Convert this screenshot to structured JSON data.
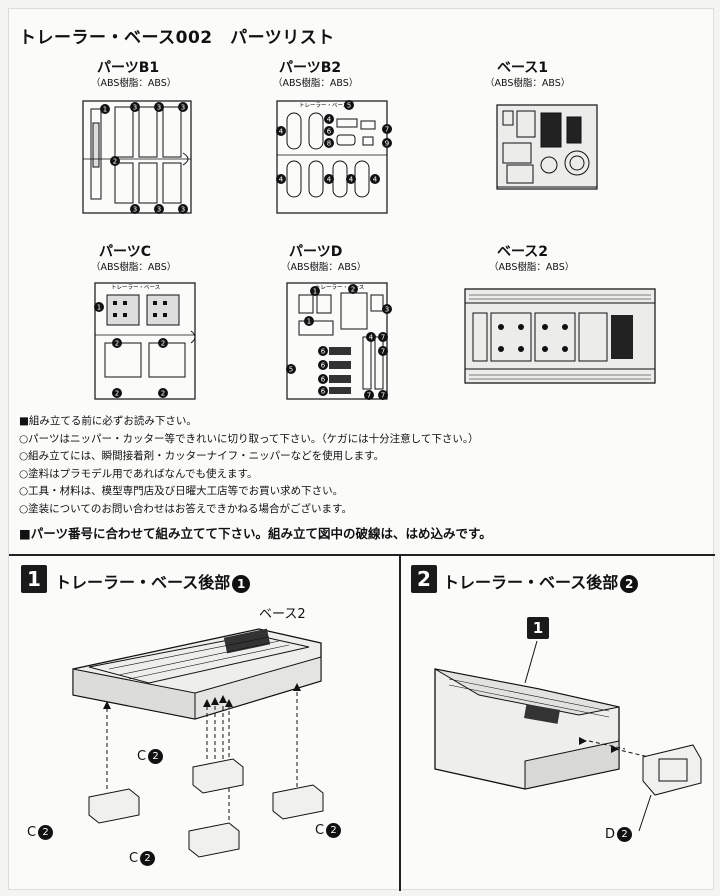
{
  "header": {
    "title": "トレーラー・ベース002　パーツリスト"
  },
  "parts": [
    {
      "name": "パーツB1",
      "material": "（ABS樹脂：ABS）"
    },
    {
      "name": "パーツB2",
      "material": "（ABS樹脂：ABS）"
    },
    {
      "name": "ベース1",
      "material": "（ABS樹脂：ABS）"
    },
    {
      "name": "パーツC",
      "material": "（ABS樹脂：ABS）"
    },
    {
      "name": "パーツD",
      "material": "（ABS樹脂：ABS）"
    },
    {
      "name": "ベース2",
      "material": "（ABS樹脂：ABS）"
    }
  ],
  "runner_labels": {
    "b2": "トレーラー・ベース",
    "c": "トレーラー・ベース",
    "d": "トレーラー・ベース"
  },
  "callouts": {
    "b1": [
      "1",
      "2",
      "3",
      "3",
      "3",
      "3",
      "3",
      "3"
    ],
    "b2": [
      "5",
      "4",
      "4",
      "6",
      "7",
      "8",
      "9",
      "4",
      "4",
      "4",
      "4"
    ],
    "c": [
      "1",
      "2",
      "2",
      "2",
      "2"
    ],
    "d": [
      "1",
      "2",
      "3",
      "4",
      "5",
      "6",
      "6",
      "6",
      "6",
      "7",
      "7",
      "7",
      "7",
      "1"
    ]
  },
  "notes": [
    "■組み立てる前に必ずお読み下さい。",
    "○パーツはニッパー・カッター等できれいに切り取って下さい。（ケガには十分注意して下さい。）",
    "○組み立てには、瞬間接着剤・カッターナイフ・ニッパーなどを使用します。",
    "○塗料はプラモデル用であればなんでも使えます。",
    "○工具・材料は、模型専門店及び日曜大工店等でお買い求め下さい。",
    "○塗装についてのお問い合わせはお答えできかねる場合がございます。"
  ],
  "assembly_note": "■パーツ番号に合わせて組み立てて下さい。組み立て図中の破線は、はめ込みです。",
  "steps": [
    {
      "number": "1",
      "title": "トレーラー・ベース後部",
      "title_num": "1",
      "base_label": "ベース2",
      "c_label": "C",
      "c_num": "2"
    },
    {
      "number": "2",
      "title": "トレーラー・ベース後部",
      "title_num": "2",
      "sub_badge": "1",
      "d_label": "D",
      "d_num": "2"
    }
  ],
  "colors": {
    "ink": "#111111",
    "panel": "#fbfbfa",
    "plastic": "#e8e8e6",
    "badge": "#1a1a1a"
  }
}
